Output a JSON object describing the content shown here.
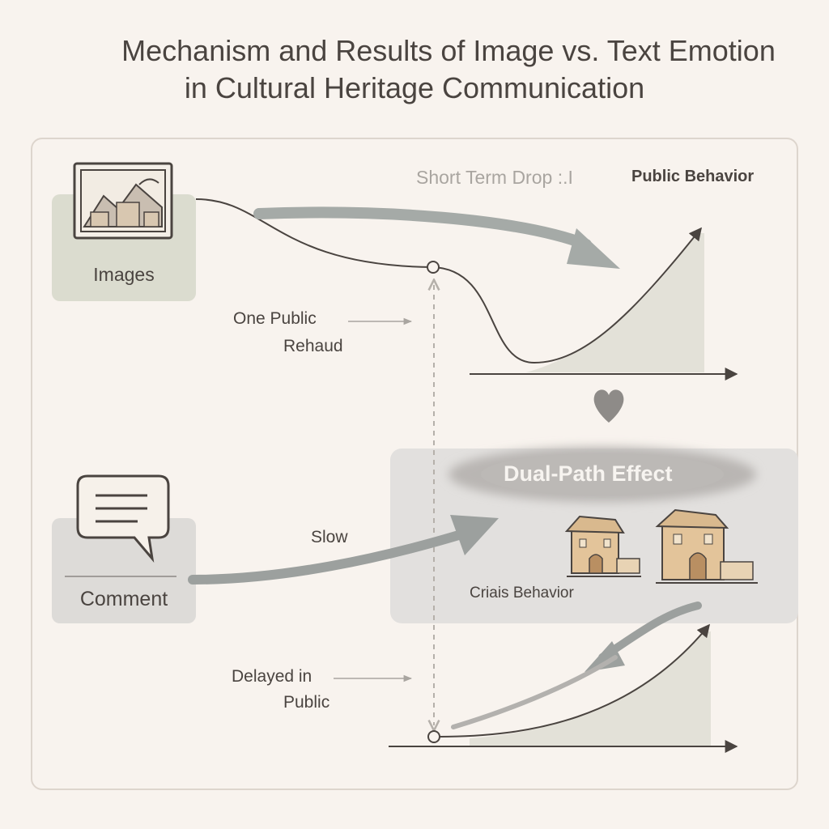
{
  "title": {
    "line1": "Mechanism and Results of Image vs. Text Emotion",
    "line2": "in Cultural Heritage Communication"
  },
  "nodes": {
    "images": {
      "label": "Images",
      "icon": "landscape-photo-icon"
    },
    "comment": {
      "label": "Comment",
      "icon": "speech-bubble-icon"
    }
  },
  "labels": {
    "short_term_drop": "Short Term Drop :.I",
    "public_behavior": "Public Behavior",
    "one_public": "One Public",
    "rebound": "Rehaud",
    "heart": "heart-icon",
    "dual_path": "Dual-Path Effect",
    "slow": "Slow",
    "crisis_behavior": "Criais Behavior",
    "delayed_in": "Delayed in",
    "public": "Public"
  },
  "colors": {
    "background": "#f8f3ee",
    "images_node": "#dbdccf",
    "comment_node": "#dddbd8",
    "effect_box": "#e2e0de",
    "arrow_gray": "#9ca09e",
    "area_fill": "#e3e1d8",
    "heritage_building": "#e3c49a"
  }
}
